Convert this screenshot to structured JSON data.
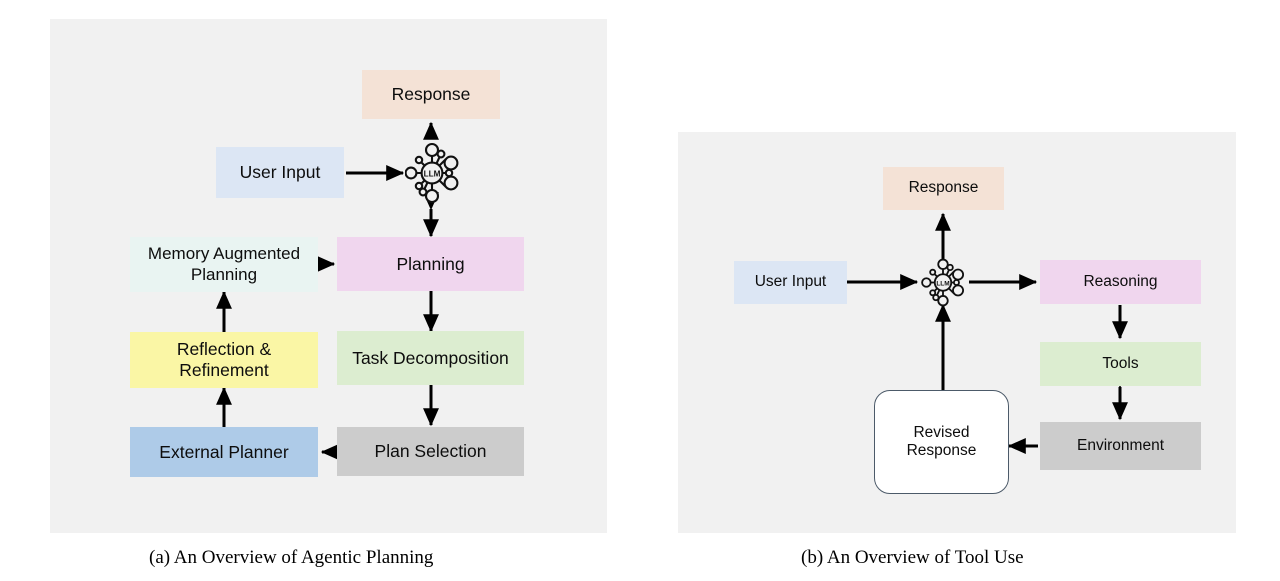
{
  "figure": {
    "background": "#ffffff",
    "panel_bg": "#f1f1f1"
  },
  "panel_a": {
    "caption": "(a) An Overview of Agentic Planning",
    "center_icon": {
      "label": "LLM",
      "icon": "llm-network-icon"
    },
    "nodes": [
      {
        "id": "response",
        "label": "Response",
        "color": "#f4e2d6"
      },
      {
        "id": "user-input",
        "label": "User Input",
        "color": "#dce6f4"
      },
      {
        "id": "memory",
        "label": "Memory Augmented\nPlanning",
        "color": "#e9f4f2"
      },
      {
        "id": "planning",
        "label": "Planning",
        "color": "#f0d6ee"
      },
      {
        "id": "reflection",
        "label": "Reflection &\nRefinement",
        "color": "#faf6a5"
      },
      {
        "id": "task-decomp",
        "label": "Task Decomposition",
        "color": "#dcedd0"
      },
      {
        "id": "external-planner",
        "label": "External Planner",
        "color": "#aecbe8"
      },
      {
        "id": "plan-selection",
        "label": "Plan Selection",
        "color": "#cccccc"
      }
    ],
    "edges": [
      {
        "from": "llm",
        "to": "response",
        "type": "single"
      },
      {
        "from": "user-input",
        "to": "llm",
        "type": "single"
      },
      {
        "from": "llm",
        "to": "planning",
        "type": "double"
      },
      {
        "from": "memory",
        "to": "planning",
        "type": "single"
      },
      {
        "from": "planning",
        "to": "task-decomp",
        "type": "single"
      },
      {
        "from": "task-decomp",
        "to": "plan-selection",
        "type": "single"
      },
      {
        "from": "plan-selection",
        "to": "external-planner",
        "type": "single"
      },
      {
        "from": "external-planner",
        "to": "reflection",
        "type": "single"
      },
      {
        "from": "reflection",
        "to": "memory",
        "type": "single"
      }
    ]
  },
  "panel_b": {
    "caption": "(b) An Overview of Tool Use",
    "center_icon": {
      "label": "LLM",
      "icon": "llm-network-icon"
    },
    "nodes": [
      {
        "id": "response",
        "label": "Response",
        "color": "#f4e2d6"
      },
      {
        "id": "user-input",
        "label": "User Input",
        "color": "#dce6f4"
      },
      {
        "id": "reasoning",
        "label": "Reasoning",
        "color": "#f0d6ee"
      },
      {
        "id": "tools",
        "label": "Tools",
        "color": "#dcedd0"
      },
      {
        "id": "environment",
        "label": "Environment",
        "color": "#cccccc"
      },
      {
        "id": "revised-response",
        "label": "Revised\nResponse",
        "color": "#ffffff"
      }
    ],
    "edges": [
      {
        "from": "llm",
        "to": "response",
        "type": "single"
      },
      {
        "from": "user-input",
        "to": "llm",
        "type": "single"
      },
      {
        "from": "llm",
        "to": "reasoning",
        "type": "single"
      },
      {
        "from": "reasoning",
        "to": "tools",
        "type": "single"
      },
      {
        "from": "tools",
        "to": "environment",
        "type": "double"
      },
      {
        "from": "environment",
        "to": "revised-response",
        "type": "single"
      },
      {
        "from": "revised-response",
        "to": "llm",
        "type": "single"
      }
    ]
  }
}
